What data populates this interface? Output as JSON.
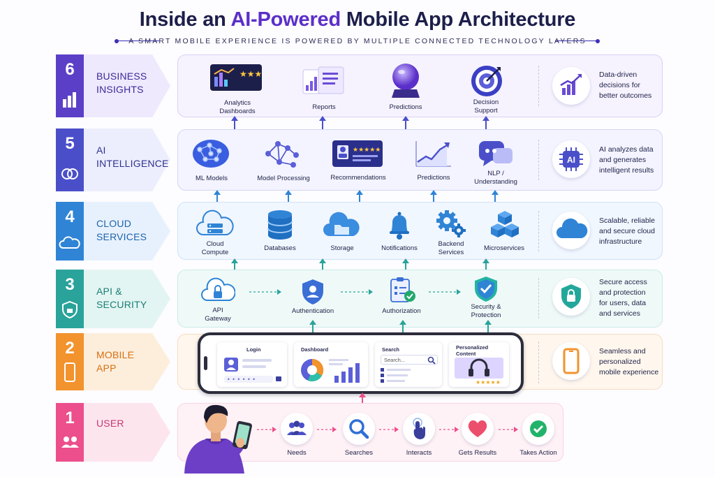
{
  "title": {
    "prefix": "Inside an ",
    "accent": "AI-Powered",
    "suffix": " Mobile App Architecture"
  },
  "subtitle": "A SMART MOBILE EXPERIENCE IS POWERED BY MULTIPLE CONNECTED TECHNOLOGY LAYERS",
  "colors": {
    "business": "#5b3fc7",
    "ai": "#4a4fc9",
    "cloud": "#2f84d6",
    "api": "#2aa39a",
    "mobile": "#f2932d",
    "user": "#ec4f8c"
  },
  "layers": [
    {
      "number": "6",
      "label_line1": "BUSINESS",
      "label_line2": "INSIGHTS",
      "icon": "bar-chart-icon",
      "items": [
        {
          "line1": "Analytics",
          "line2": "Dashboards",
          "icon": "analytics-dashboard-icon"
        },
        {
          "line1": "Reports",
          "line2": "",
          "icon": "reports-icon"
        },
        {
          "line1": "Predictions",
          "line2": "",
          "icon": "crystal-ball-icon"
        },
        {
          "line1": "Decision",
          "line2": "Support",
          "icon": "target-icon"
        }
      ],
      "description": [
        "Data-driven",
        "decisions for",
        "better outcomes"
      ],
      "desc_icon": "growth-chart-icon"
    },
    {
      "number": "5",
      "label_line1": "AI",
      "label_line2": "INTELLIGENCE",
      "icon": "brain-icon",
      "items": [
        {
          "line1": "ML Models",
          "line2": "",
          "icon": "brain-network-icon"
        },
        {
          "line1": "Model Processing",
          "line2": "",
          "icon": "network-nodes-icon"
        },
        {
          "line1": "Recommendations",
          "line2": "",
          "icon": "recommendation-card-icon"
        },
        {
          "line1": "Predictions",
          "line2": "",
          "icon": "trend-line-icon"
        },
        {
          "line1": "NLP /",
          "line2": "Understanding",
          "icon": "chat-bubble-icon"
        }
      ],
      "description": [
        "AI analyzes data",
        "and generates",
        "intelligent results"
      ],
      "desc_icon": "ai-chip-icon",
      "desc_icon_text": "AI"
    },
    {
      "number": "4",
      "label_line1": "CLOUD",
      "label_line2": "SERVICES",
      "icon": "cloud-icon",
      "items": [
        {
          "line1": "Cloud",
          "line2": "Compute",
          "icon": "cloud-server-icon"
        },
        {
          "line1": "Databases",
          "line2": "",
          "icon": "database-icon"
        },
        {
          "line1": "Storage",
          "line2": "",
          "icon": "cloud-folder-icon"
        },
        {
          "line1": "Notifications",
          "line2": "",
          "icon": "bell-icon"
        },
        {
          "line1": "Backend",
          "line2": "Services",
          "icon": "gears-icon"
        },
        {
          "line1": "Microservices",
          "line2": "",
          "icon": "cubes-icon"
        }
      ],
      "description": [
        "Scalable, reliable",
        "and secure cloud",
        "infrastructure"
      ],
      "desc_icon": "cloud-icon"
    },
    {
      "number": "3",
      "label_line1": "API &",
      "label_line2": "SECURITY",
      "icon": "lock-shield-icon",
      "items": [
        {
          "line1": "API",
          "line2": "Gateway",
          "icon": "cloud-lock-icon"
        },
        {
          "line1": "Authentication",
          "line2": "",
          "icon": "user-shield-icon"
        },
        {
          "line1": "Authorization",
          "line2": "",
          "icon": "checklist-icon"
        },
        {
          "line1": "Security &",
          "line2": "Protection",
          "icon": "shield-check-icon"
        }
      ],
      "description": [
        "Secure access",
        "and protection",
        "for users, data",
        "and services"
      ],
      "desc_icon": "shield-lock-icon"
    },
    {
      "number": "2",
      "label_line1": "MOBILE",
      "label_line2": "APP",
      "icon": "phone-icon",
      "screens": [
        {
          "title": "Login"
        },
        {
          "title": "Dashboard"
        },
        {
          "title": "Search",
          "placeholder": "Search..."
        },
        {
          "title": "Personalized",
          "title2": "Content",
          "stars": "★★★★★"
        }
      ],
      "description": [
        "Seamless and",
        "personalized",
        "mobile experience"
      ],
      "desc_icon": "smartphone-icon"
    },
    {
      "number": "1",
      "label_line1": "USER",
      "label_line2": "",
      "icon": "users-icon",
      "steps": [
        {
          "label": "Needs",
          "icon": "people-icon"
        },
        {
          "label": "Searches",
          "icon": "magnifier-icon"
        },
        {
          "label": "Interacts",
          "icon": "tap-hand-icon"
        },
        {
          "label": "Gets Results",
          "icon": "heart-icon"
        },
        {
          "label": "Takes Action",
          "icon": "check-circle-icon"
        }
      ]
    }
  ]
}
